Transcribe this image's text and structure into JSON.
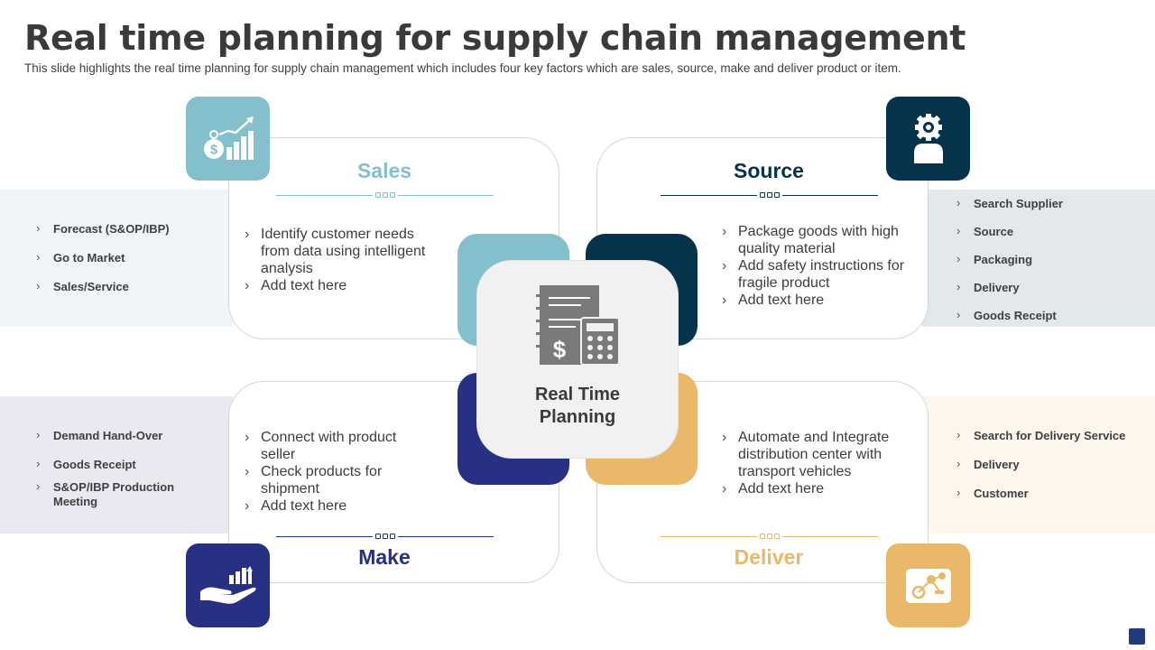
{
  "title": "Real time planning for supply chain management",
  "subtitle": "This slide highlights the real time planning for supply chain management which includes four key factors which are sales, source, make and deliver product or item.",
  "center": {
    "label_line1": "Real Time",
    "label_line2": "Planning",
    "icon": "planning-calculator-icon"
  },
  "colors": {
    "sales": "#84bfcc",
    "source": "#05334b",
    "make": "#273082",
    "deliver": "#e9b86b"
  },
  "sales": {
    "title": "Sales",
    "icon": "money-growth-chart-icon",
    "bullets": [
      "Identify customer needs from data using intelligent analysis",
      "Add text here"
    ],
    "side_items": [
      "Forecast (S&OP/IBP)",
      "Go to Market",
      "Sales/Service"
    ]
  },
  "source": {
    "title": "Source",
    "icon": "gear-head-person-icon",
    "bullets": [
      "Package goods with high quality material",
      "Add safety instructions for fragile product",
      "Add text here"
    ],
    "side_items": [
      "Search Supplier",
      "Source",
      "Packaging",
      "Delivery",
      "Goods Receipt"
    ]
  },
  "make": {
    "title": "Make",
    "icon": "hand-growth-chart-icon",
    "bullets": [
      "Connect with product seller",
      "Check products for shipment",
      "Add text here"
    ],
    "side_items": [
      "Demand Hand-Over",
      "Goods Receipt",
      "S&OP/IBP Production Meeting"
    ]
  },
  "deliver": {
    "title": "Deliver",
    "icon": "delivery-route-icon",
    "bullets": [
      "Automate and Integrate distribution center with transport vehicles",
      "Add text here"
    ],
    "side_items": [
      "Search for Delivery Service",
      "Delivery",
      "Customer"
    ]
  }
}
